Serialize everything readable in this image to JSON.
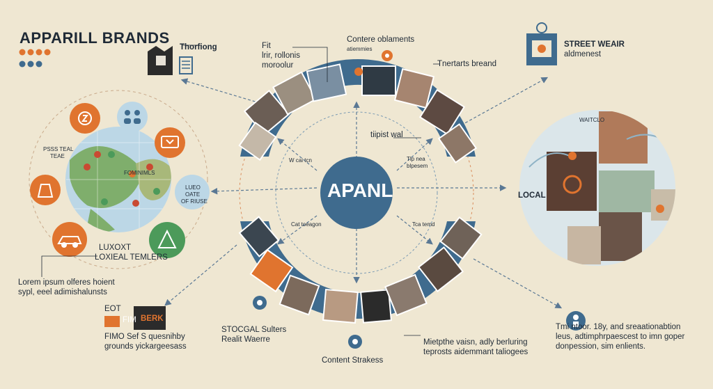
{
  "header": {
    "title": "APPARILL BRANDS",
    "dot_colors": [
      "#e0742f",
      "#e0742f",
      "#e0742f",
      "#e0742f",
      "#3f6b8e",
      "#3f6b8e",
      "#3f6b8e"
    ]
  },
  "center": {
    "label": "APANL"
  },
  "labels": {
    "thorfiong": "Thorfiong",
    "fit_line1": "Fit",
    "fit_line2": "lrir, rollonis",
    "fit_line3": "moroolur",
    "content_line1": "Contere oblaments",
    "content_line2": "atiemmies",
    "tnarrat": "Tnertarts breand",
    "street_line1": "STREET WEAIR",
    "street_line2": "aldmenest",
    "tiipist": "tiipist wal",
    "w_cat": "W cai tcn",
    "tlp": "Tlp nea",
    "blp": "blpesem",
    "cat_bottom_left": "Cat toeagon",
    "cat_bottom_right": "Tca temd",
    "local": "LOCAL",
    "luxoxt_line1": "LUXOXT",
    "luxoxt_line2": "LOXIEAL TEMLERS",
    "lorem_line1": "Lorem ipsum olferes hoient",
    "lorem_line2": "sypl, eeel adimishalunsts",
    "eot_line1": "EOT",
    "eot_line2": "FIM",
    "brand_tag": "BERK",
    "fino_line1": "FIMO Sef S quesnihby",
    "fino_line2": "grounds yickargeesass",
    "stocal_line1": "STOCGAL Sulters",
    "stocal_line2": "Realit Waerre",
    "content_strakess": "Content Strakess",
    "mietpthe_line1": "Mietpthe vaisn, adly berluring",
    "mietpthe_line2": "teprosts aidemmant taliogees",
    "tme_line1": "Tmi ntoor. 18y, and sreaationabtion",
    "tme_line2": "leus, adtimphrpaescest to imn goper",
    "tme_line3": "donpession, sim enlients.",
    "globe_note1": "PSSS TEAL",
    "globe_note2": "TEAE",
    "globe_note3": "FOMINIMLS",
    "globe_badge": "LUEO",
    "globe_badge2": "OATE",
    "globe_badge3": "OF RIUSE",
    "right_tag": "WAITCLO"
  },
  "icons": {
    "coins": "coins-icon",
    "people_group": "people-icon",
    "laptop_code": "code-laptop-icon",
    "bag": "bag-icon",
    "car": "car-icon",
    "triangle_logo": "triangle-icon",
    "map_pin": "map-pin-icon",
    "store": "storefront-icon",
    "shirt": "shirt-icon",
    "document": "document-icon",
    "person_pin": "person-pin-icon"
  },
  "colors": {
    "background": "#efe7d2",
    "ring_blue": "#3f6b8e",
    "accent_orange": "#e0742f",
    "accent_green": "#4c9a5a",
    "light_blue": "#bcd7e6"
  }
}
